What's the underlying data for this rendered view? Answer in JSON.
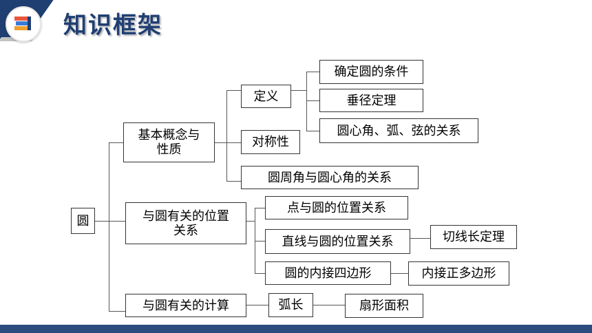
{
  "header": {
    "title": "知识框架",
    "logo_icon": "books-icon"
  },
  "colors": {
    "brand": "#1f3f73",
    "bottom_bar": "#2b4a7d"
  },
  "diagram": {
    "root": "圆",
    "concepts": "基本概念与\n性质",
    "definition": "定义",
    "circle_conditions": "确定圆的条件",
    "perpendicular_diameter": "垂径定理",
    "arc_chord_angle": "圆心角、弧、弦的关系",
    "symmetry": "对称性",
    "inscribed_central": "圆周角与圆心角的关系",
    "positions": "与圆有关的位置\n关系",
    "point_circle": "点与圆的位置关系",
    "line_circle": "直线与圆的位置关系",
    "tangent_length": "切线长定理",
    "inscribed_quad": "圆的内接四边形",
    "inscribed_polygon": "内接正多边形",
    "calculations": "与圆有关的计算",
    "arc_length": "弧长",
    "sector_area": "扇形面积"
  }
}
